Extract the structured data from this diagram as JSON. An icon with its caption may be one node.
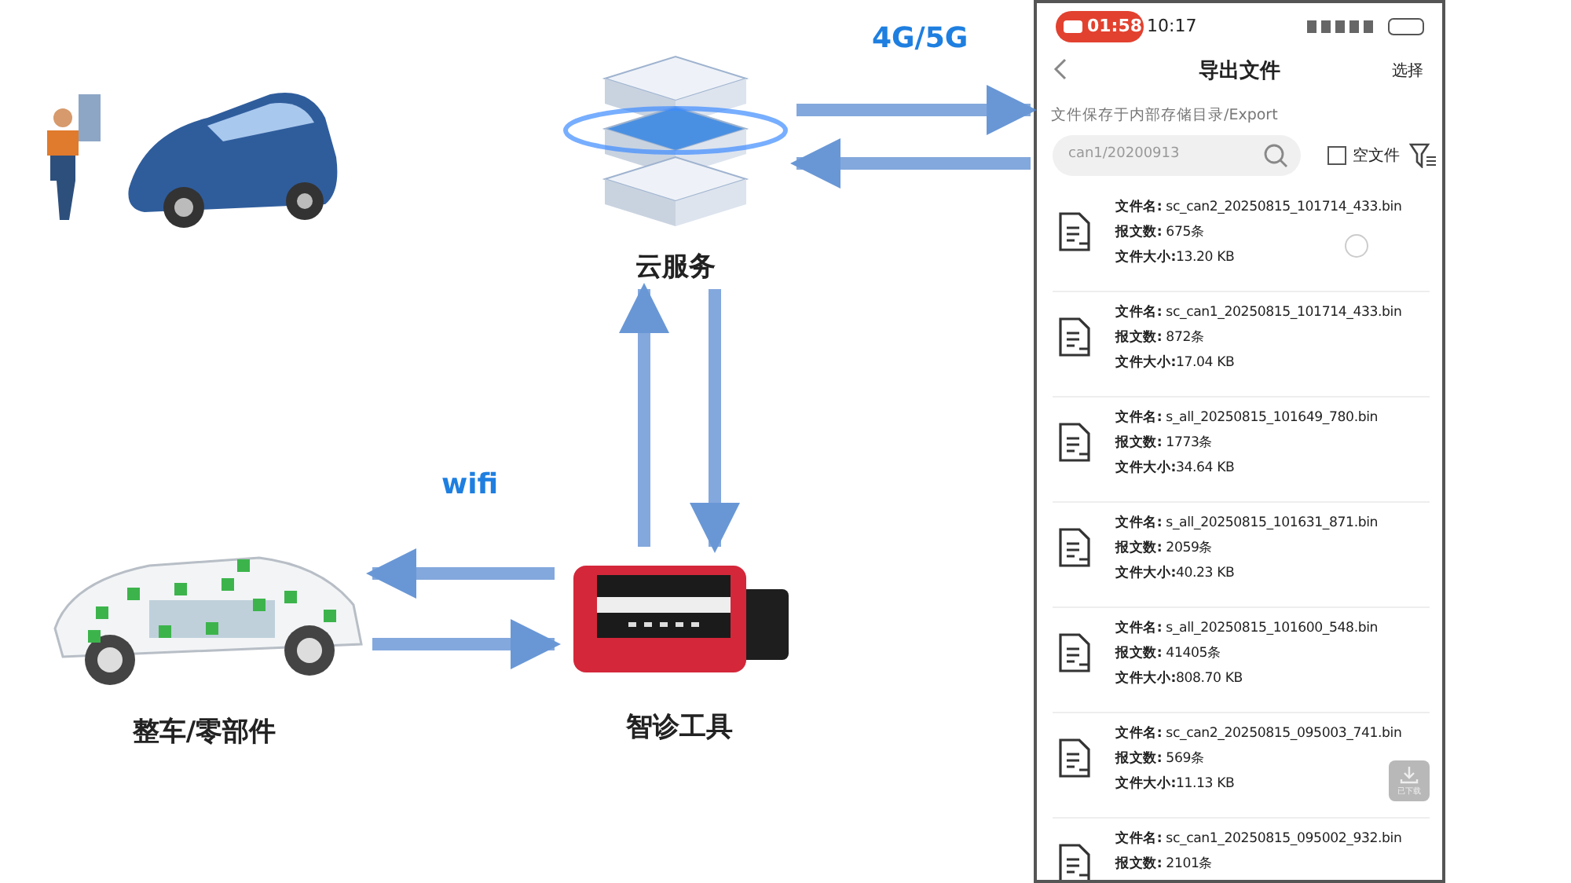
{
  "diagram": {
    "nodes": [
      {
        "text": [
          "云服务"
        ]
      },
      {
        "text": [
          "01:58",
          "10:17",
          "导出文件",
          "选择",
          "文件保存于内部存储目录/Export",
          "can1/20200913",
          "空文件",
          "**文件名:** sc_can2_20250815_101714_433.bin",
          "**报文数:** 675条",
          "**文件大小:**13.20 KB",
          "**文件名:** sc_can1_20250815_101714_433.bin",
          "**报文数:** 872条",
          "**文件大小:**17.04 KB",
          "**文件名:** s_all_20250815_101649_780.bin",
          "**报文数:** 1773条",
          "**文件大小:**34.64 KB",
          "**文件名:** s_all_20250815_101631_871.bin",
          "**报文数:** 2059条",
          "**文件大小:**40.23 KB",
          "**文件名:** s_all_20250815_101600_548.bin",
          "**报文数:** 41405条",
          "**文件大小:**808.70 KB",
          "**文件名:** sc_can2_20250815_095003_741.bin",
          "**报文数:** 569条",
          "**文件大小:**11.13 KB",
          "**文件名:** sc_can1_20250815_095002_932.bin",
          "**报文数:** 2101条",
          "已下载"
        ]
      },
      {
        "text": [
          "整车/零部件"
        ]
      },
      {
        "text": [
          "智诊工具"
        ]
      }
    ],
    "edges": [
      {
        "from": 0,
        "to": 1,
        "arrow": "to",
        "label": "4G/5G"
      },
      {
        "from": 1,
        "to": 0,
        "arrow": "to"
      },
      {
        "from": 3,
        "to": 0,
        "arrow": "to"
      },
      {
        "from": 0,
        "to": 3,
        "arrow": "to"
      },
      {
        "from": 3,
        "to": 2,
        "arrow": "to",
        "label": "wifi"
      },
      {
        "from": 2,
        "to": 3,
        "arrow": "to"
      }
    ]
  }
}
